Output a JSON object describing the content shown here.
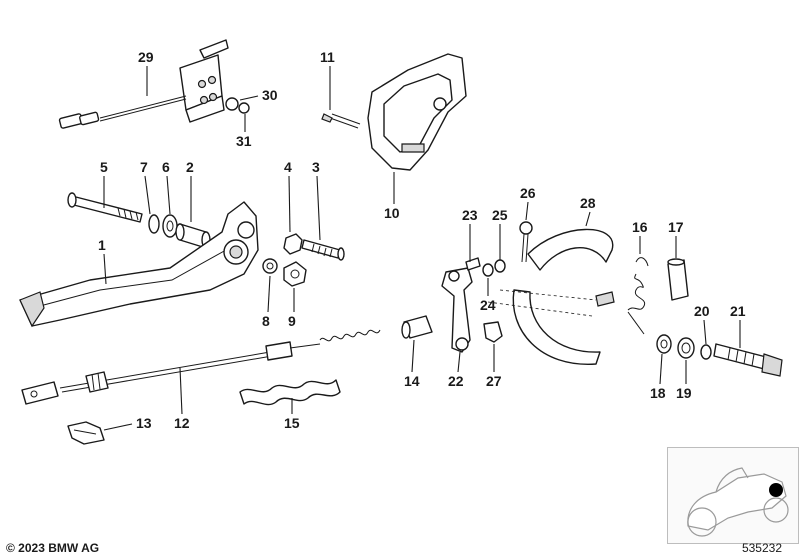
{
  "footer": {
    "copyright": "© 2023 BMW AG",
    "diagram_number": "535232"
  },
  "callouts": [
    "29",
    "30",
    "31",
    "11",
    "10",
    "5",
    "7",
    "6",
    "2",
    "4",
    "3",
    "1",
    "8",
    "9",
    "26",
    "28",
    "23",
    "25",
    "24",
    "16",
    "17",
    "20",
    "21",
    "14",
    "22",
    "27",
    "18",
    "19",
    "12",
    "13",
    "15"
  ],
  "colors": {
    "line": "#1a1a1a",
    "shade": "#d9d9d9",
    "highlight_dot": "#000000"
  },
  "icons": {
    "thumbnail": "motorcycle-thumbnail-icon"
  }
}
